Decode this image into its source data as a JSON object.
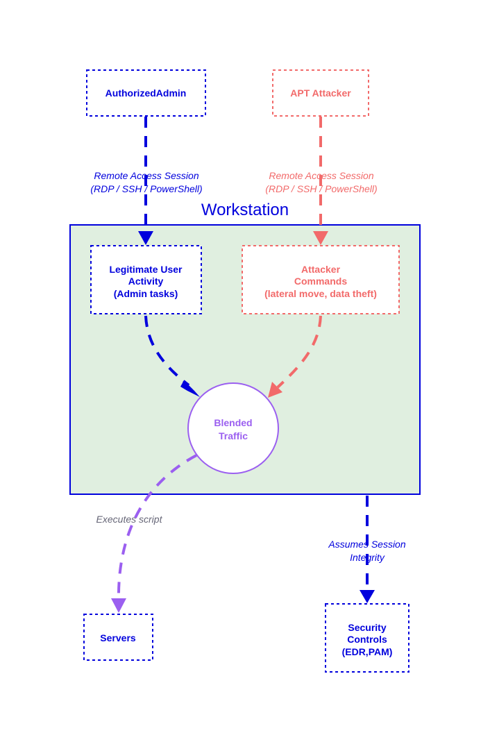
{
  "colors": {
    "admin": "#0000dd",
    "attacker": "#f26a6a",
    "blended": "#9b5ff0",
    "edge_label_gray": "#666677",
    "cluster_fill": "#e0efe0",
    "cluster_border": "#0000dd"
  },
  "cluster": {
    "label": "Workstation"
  },
  "nodes": {
    "admin": {
      "label": "AuthorizedAdmin"
    },
    "attacker": {
      "label": "APT Attacker"
    },
    "legit": {
      "lines": [
        "Legitimate User",
        "Activity",
        "(Admin tasks)"
      ]
    },
    "cmds": {
      "lines": [
        "Attacker",
        "Commands",
        "(lateral move, data theft)"
      ]
    },
    "blended": {
      "lines": [
        "Blended",
        "Traffic"
      ]
    },
    "servers": {
      "label": "Servers"
    },
    "security": {
      "lines": [
        "Security",
        "Controls",
        "(EDR,PAM)"
      ]
    }
  },
  "edges": {
    "admin_to_legit": {
      "lines": [
        "Remote Access Session",
        "(RDP / SSH / PowerShell)"
      ]
    },
    "attacker_to_cmds": {
      "lines": [
        "Remote Access Session",
        "(RDP / SSH / PowerShell)"
      ]
    },
    "blended_to_servers": {
      "label": "Executes script"
    },
    "workstation_to_security": {
      "lines": [
        "Assumes Session",
        "Integrity"
      ]
    }
  }
}
